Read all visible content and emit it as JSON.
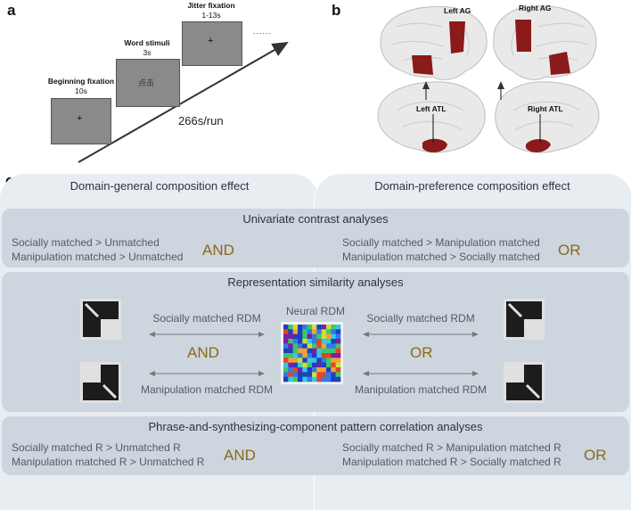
{
  "panel_labels": {
    "a": "a",
    "b": "b",
    "c": "c"
  },
  "panel_a": {
    "beginning_fixation": {
      "title": "Beginning fixation",
      "duration": "10s"
    },
    "word_stimuli": {
      "title": "Word stimuli",
      "duration": "3s",
      "word": "点击"
    },
    "jitter_fixation": {
      "title": "Jitter fixation",
      "duration": "1-13s"
    },
    "fixation_symbol": "+",
    "ellipsis": "......",
    "run_length": "266s/run"
  },
  "panel_b": {
    "left_ag": "Left AG",
    "right_ag": "Right AG",
    "left_atl": "Left ATL",
    "right_atl": "Right ATL",
    "roi_color": "#8b1a1a"
  },
  "panel_c": {
    "left_column_title": "Domain-general composition effect",
    "right_column_title": "Domain-preference composition effect",
    "univariate": {
      "title": "Univariate contrast analyses",
      "left_line1": "Socially matched > Unmatched",
      "left_line2": "Manipulation matched > Unmatched",
      "left_logic": "AND",
      "right_line1": "Socially matched > Manipulation matched",
      "right_line2": "Manipulation matched > Socially matched",
      "right_logic": "OR"
    },
    "rsa": {
      "title": "Representation similarity analyses",
      "neural_rdm": "Neural RDM",
      "socially_rdm_left": "Socially matched RDM",
      "manipulation_rdm_left": "Manipulation matched RDM",
      "socially_rdm_right": "Socially matched RDM",
      "manipulation_rdm_right": "Manipulation matched RDM",
      "left_logic": "AND",
      "right_logic": "OR"
    },
    "pattern": {
      "title": "Phrase-and-synthesizing-component pattern correlation analyses",
      "left_line1": "Socially matched R > Unmatched R",
      "left_line2": "Manipulation matched R > Unmatched R",
      "left_logic": "AND",
      "right_line1": "Socially matched R > Manipulation matched R",
      "right_line2": "Manipulation matched R > Socially matched R",
      "right_logic": "OR"
    },
    "colors": {
      "column_bg": "#e8edf2",
      "band_bg": "#cdd5df",
      "logic_text": "#8b6a17",
      "heading_text": "#2b3340"
    }
  }
}
